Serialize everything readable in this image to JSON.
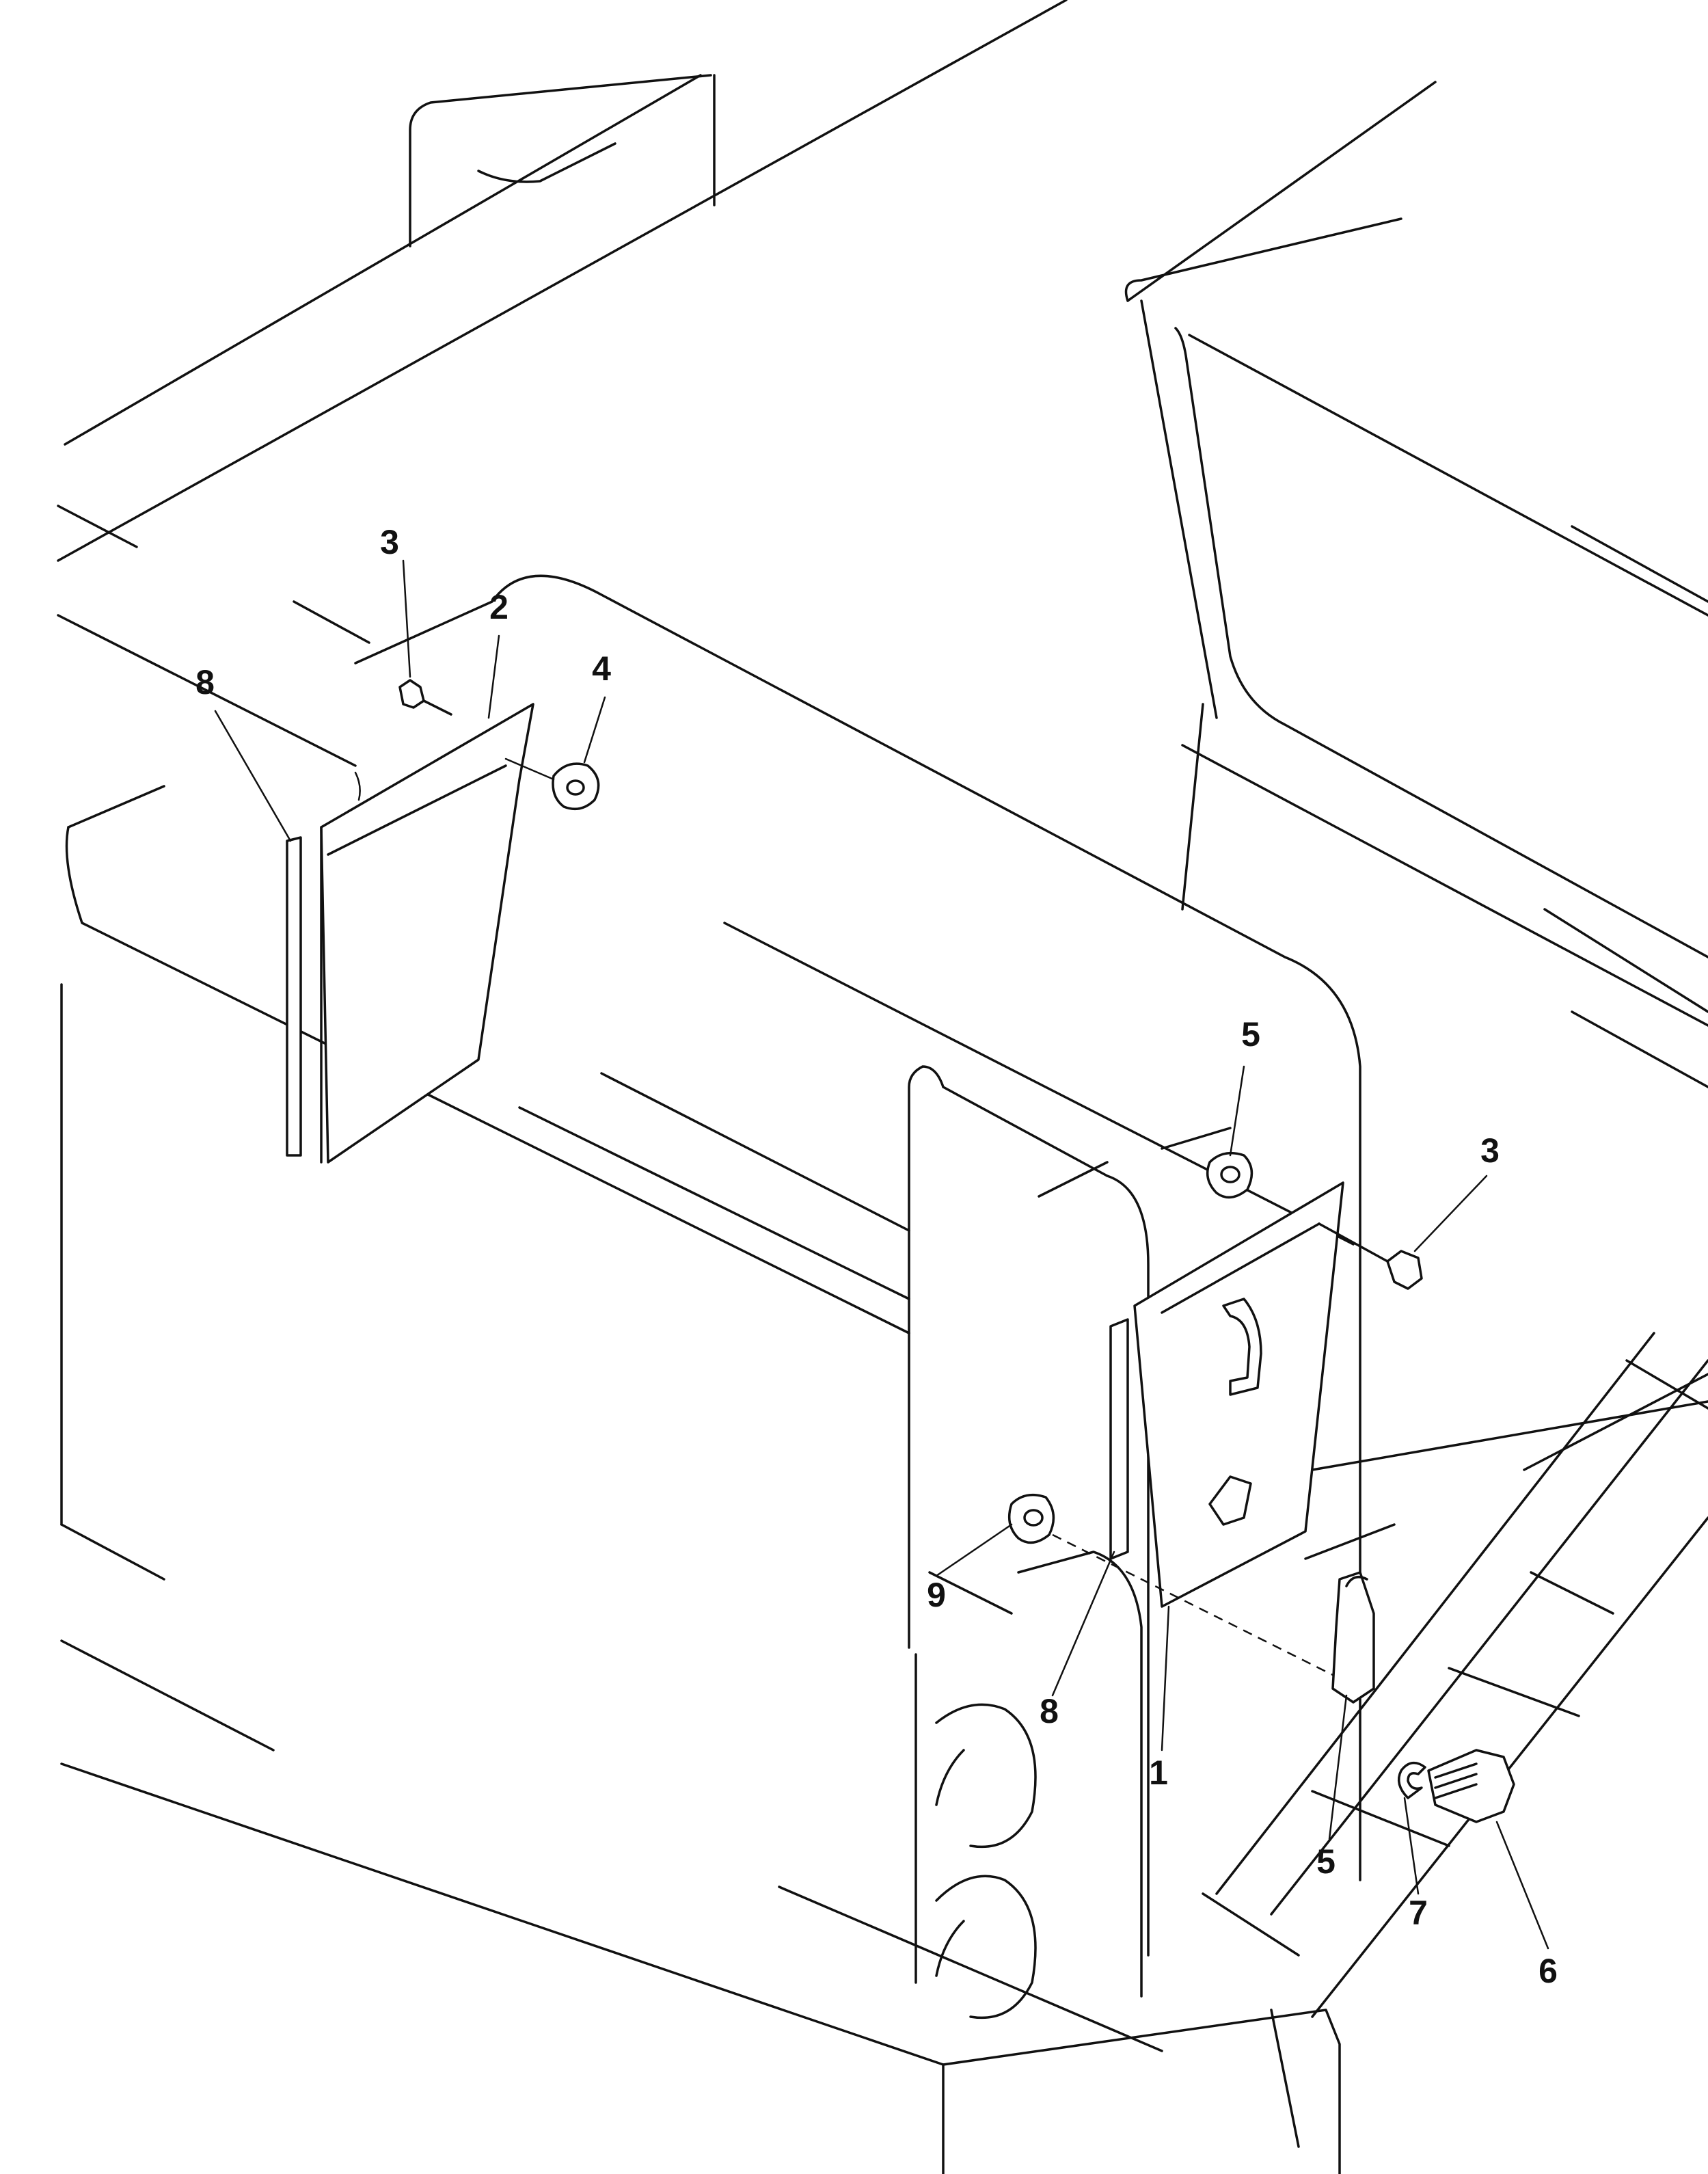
{
  "diagram": {
    "callouts": [
      {
        "id": "c1",
        "label": "1"
      },
      {
        "id": "c2",
        "label": "2"
      },
      {
        "id": "c3a",
        "label": "3"
      },
      {
        "id": "c3b",
        "label": "3"
      },
      {
        "id": "c4",
        "label": "4"
      },
      {
        "id": "c5a",
        "label": "5"
      },
      {
        "id": "c5b",
        "label": "5"
      },
      {
        "id": "c6",
        "label": "6"
      },
      {
        "id": "c7",
        "label": "7"
      },
      {
        "id": "c8a",
        "label": "8"
      },
      {
        "id": "c8b",
        "label": "8"
      },
      {
        "id": "c9",
        "label": "9"
      }
    ]
  }
}
